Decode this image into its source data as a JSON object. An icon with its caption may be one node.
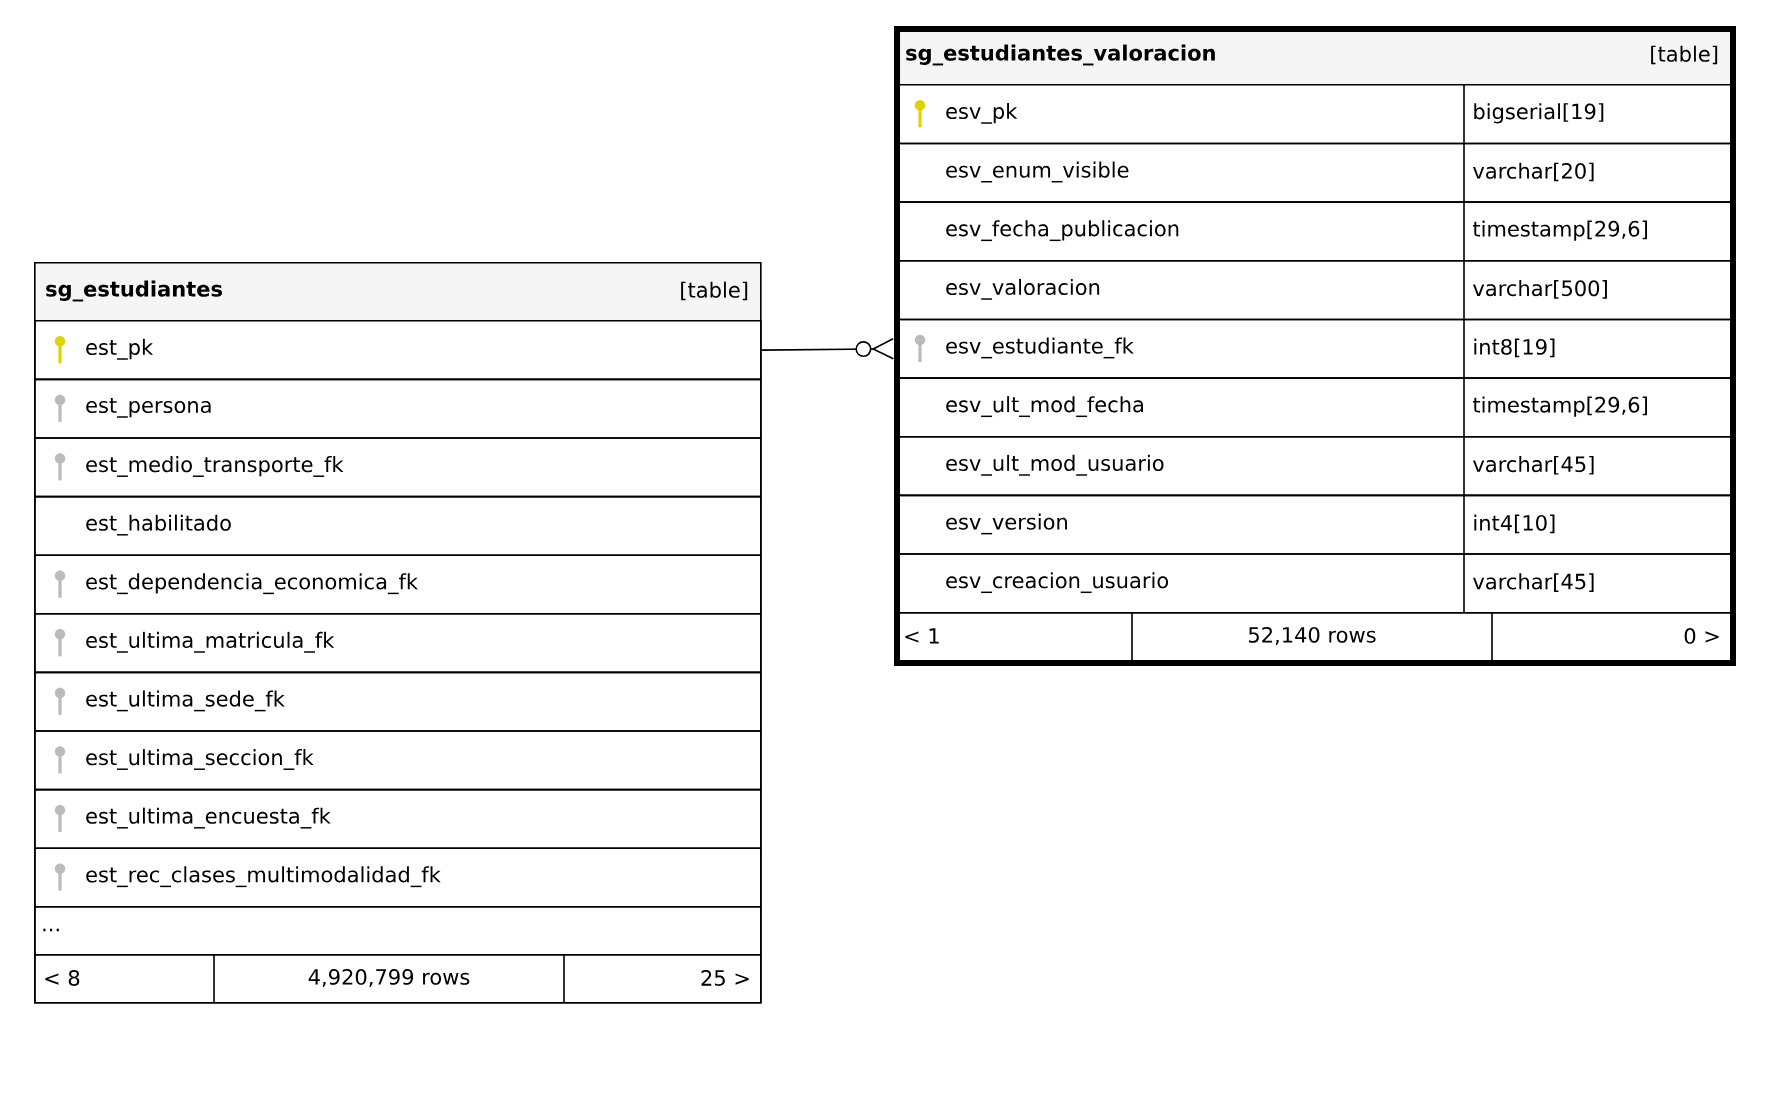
{
  "diagram": {
    "nodes": [
      {
        "text": [
          "sg_estudiantes",
          "[table]"
        ]
      },
      {
        "text": [
          "est_pk"
        ],
        "in": 0
      },
      {
        "text": [
          "est_persona"
        ],
        "in": 0
      },
      {
        "text": [
          "est_medio_transporte_fk"
        ],
        "in": 0
      },
      {
        "text": [
          "est_habilitado"
        ],
        "in": 0
      },
      {
        "text": [
          "est_dependencia_economica_fk"
        ],
        "in": 0
      },
      {
        "text": [
          "est_ultima_matricula_fk"
        ],
        "in": 0
      },
      {
        "text": [
          "est_ultima_sede_fk"
        ],
        "in": 0
      },
      {
        "text": [
          "est_ultima_seccion_fk"
        ],
        "in": 0
      },
      {
        "text": [
          "est_ultima_encuesta_fk"
        ],
        "in": 0
      },
      {
        "text": [
          "est_rec_clases_multimodalidad_fk"
        ],
        "in": 0
      },
      {
        "text": [
          "..."
        ],
        "in": 0
      },
      {
        "text": [
          "< 8",
          "4,920,799 rows",
          "25 >"
        ],
        "in": 0
      },
      {
        "text": [
          "sg_estudiantes_valoracion",
          "[table]"
        ]
      },
      {
        "text": [
          "esv_pk",
          "bigserial[19]"
        ],
        "in": 13
      },
      {
        "text": [
          "esv_enum_visible",
          "varchar[20]"
        ],
        "in": 13
      },
      {
        "text": [
          "esv_fecha_publicacion",
          "timestamp[29,6]"
        ],
        "in": 13
      },
      {
        "text": [
          "esv_valoracion",
          "varchar[500]"
        ],
        "in": 13
      },
      {
        "text": [
          "esv_estudiante_fk",
          "int8[19]"
        ],
        "in": 13
      },
      {
        "text": [
          "esv_ult_mod_fecha",
          "timestamp[29,6]"
        ],
        "in": 13
      },
      {
        "text": [
          "esv_ult_mod_usuario",
          "varchar[45]"
        ],
        "in": 13
      },
      {
        "text": [
          "esv_version",
          "int4[10]"
        ],
        "in": 13
      },
      {
        "text": [
          "esv_creacion_usuario",
          "varchar[45]"
        ],
        "in": 13
      },
      {
        "text": [
          "< 1",
          "52,140 rows",
          "0 >"
        ],
        "in": 13
      }
    ],
    "edges": [
      {
        "from": 1,
        "to": 18,
        "arrow": "other"
      }
    ]
  }
}
